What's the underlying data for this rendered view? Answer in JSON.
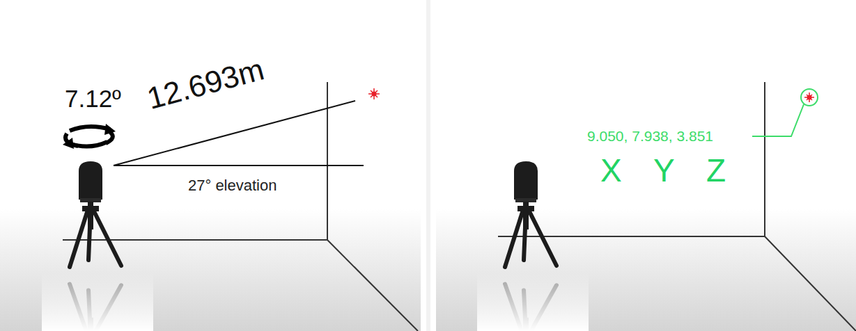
{
  "diagram": {
    "labels": [
      "7.12º",
      "12.693m",
      "27° elevation",
      "9.050, 7.938, 3.851",
      "X",
      "Y",
      "Z"
    ]
  }
}
